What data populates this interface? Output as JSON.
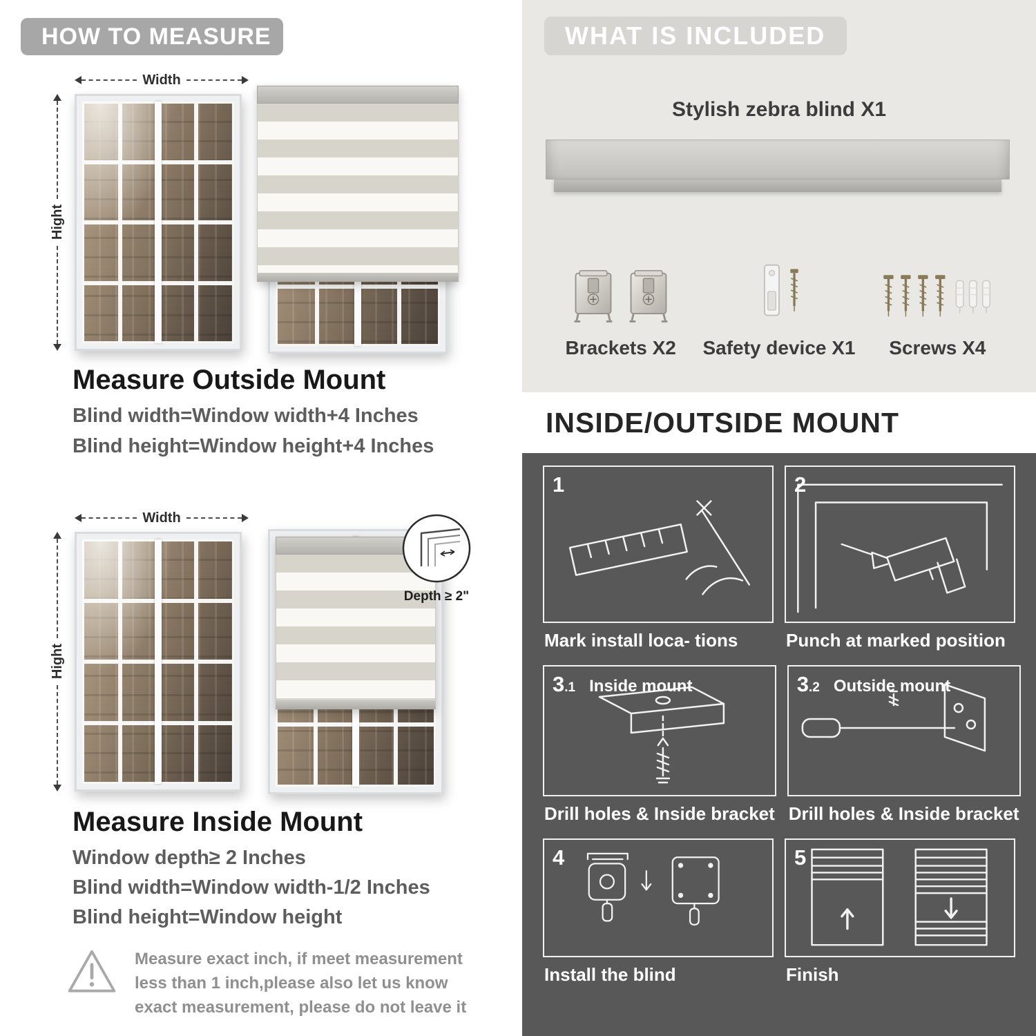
{
  "measure": {
    "badge": "HOW TO MEASURE",
    "labels": {
      "width": "Width",
      "height": "Hight",
      "depth": "Depth ≥ 2\""
    },
    "outside": {
      "heading": "Measure Outside Mount",
      "lines": [
        "Blind width=Window width+4 Inches",
        "Blind height=Window height+4 Inches"
      ]
    },
    "inside": {
      "heading": "Measure Inside Mount",
      "lines": [
        "Window depth≥ 2 Inches",
        "Blind width=Window width-1/2 Inches",
        "Blind height=Window height"
      ]
    },
    "warning": "Measure exact inch, if meet measurement less than 1 inch,please also let us know exact measurement, please do not leave it"
  },
  "included": {
    "badge": "WHAT IS INCLUDED",
    "blind_label": "Stylish zebra blind X1",
    "items": [
      {
        "label": "Brackets X2"
      },
      {
        "label": "Safety device X1"
      },
      {
        "label": "Screws X4"
      }
    ]
  },
  "mount": {
    "heading": "INSIDE/OUTSIDE MOUNT",
    "steps": [
      {
        "num": "1",
        "sub": "",
        "title": "",
        "caption": "Mark install loca- tions"
      },
      {
        "num": "2",
        "sub": "",
        "title": "",
        "caption": "Punch at marked position"
      },
      {
        "num": "3",
        "sub": ".1",
        "title": "Inside mount",
        "caption": "Drill holes & Inside bracket"
      },
      {
        "num": "3",
        "sub": ".2",
        "title": "Outside mount",
        "caption": "Drill holes & Inside bracket"
      },
      {
        "num": "4",
        "sub": "",
        "title": "",
        "caption": "Install the blind"
      },
      {
        "num": "5",
        "sub": "",
        "title": "",
        "caption": "Finish"
      }
    ]
  },
  "colors": {
    "left_badge": "#a7a7a7",
    "included_background": "#e9e8e5",
    "included_badge": "#d6d5d2",
    "dark_section": "#585858",
    "text_dark": "#181818",
    "text_gray": "#5d5d5d"
  }
}
